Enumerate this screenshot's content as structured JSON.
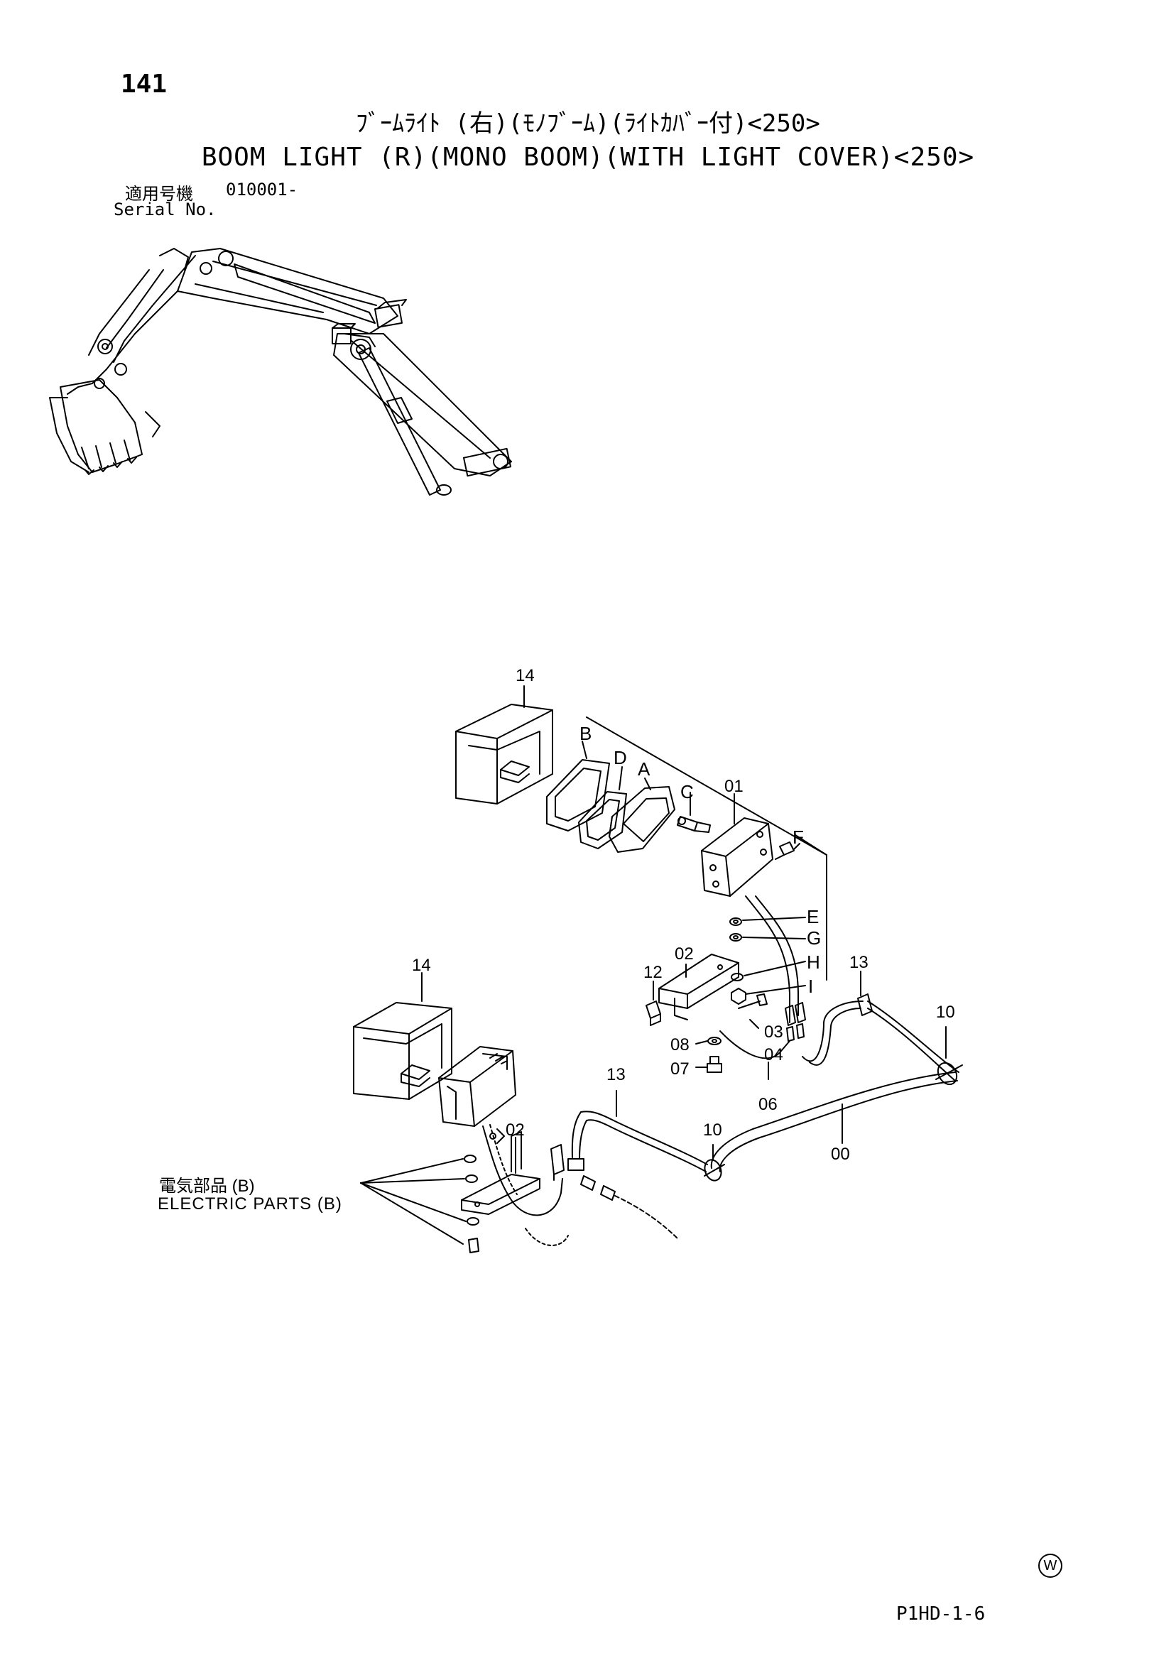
{
  "page_number": "141",
  "title_jp": "ﾌﾞｰﾑﾗｲﾄ (右)(ﾓﾉﾌﾞｰﾑ)(ﾗｲﾄｶﾊﾞｰ付)<250>",
  "title_en": "BOOM LIGHT (R)(MONO BOOM)(WITH LIGHT COVER)<250>",
  "serial": {
    "label_jp": "適用号機",
    "label_en": "Serial No.",
    "value": "010001-"
  },
  "callouts": {
    "c14a": "14",
    "cB": "B",
    "cD": "D",
    "cA": "A",
    "cC": "C",
    "c01": "01",
    "cF": "F",
    "cE": "E",
    "cG": "G",
    "cH": "H",
    "cI": "I",
    "c02a": "02",
    "c12": "12",
    "c13a": "13",
    "c10a": "10",
    "c03": "03",
    "c04": "04",
    "c08": "08",
    "c07": "07",
    "c06": "06",
    "c14b": "14",
    "c13b": "13",
    "c02b": "02",
    "c10b": "10",
    "c00": "00"
  },
  "electric_parts": {
    "jp": "電気部品 (B)",
    "en": "ELECTRIC PARTS (B)"
  },
  "mark": "W",
  "doc_code": "P1HD-1-6"
}
